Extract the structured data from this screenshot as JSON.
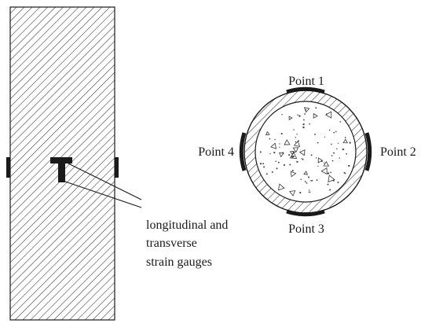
{
  "labels": {
    "point1": "Point 1",
    "point2": "Point 2",
    "point3": "Point 3",
    "point4": "Point 4",
    "gauge_line1": "longitudinal and",
    "gauge_line2": "transverse",
    "gauge_line3": "strain gauges"
  },
  "colors": {
    "line": "#1a1a1a",
    "hatch": "#333333",
    "background": "#ffffff"
  }
}
